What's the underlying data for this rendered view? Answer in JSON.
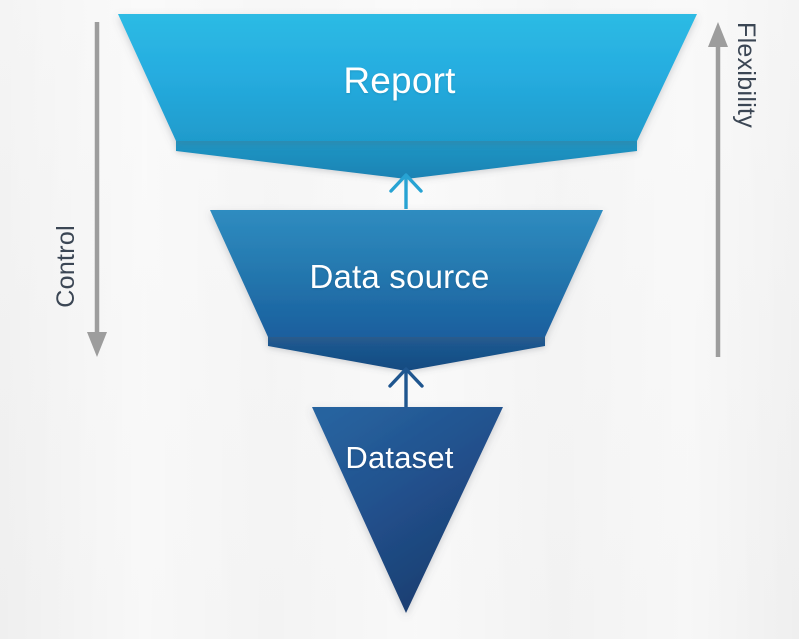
{
  "diagram": {
    "title": "Report / Data source / Dataset funnel",
    "background_color": "#f2f2f2",
    "stages": [
      {
        "id": "report",
        "label": "Report",
        "shape": "trapezoid",
        "fill_top": "#2cb9e2",
        "fill_bottom": "#1f9bcc",
        "fold_color": "#1b87b8",
        "text_color": "#ffffff"
      },
      {
        "id": "data-source",
        "label": "Data source",
        "shape": "trapezoid",
        "fill_top": "#2f8cc0",
        "fill_bottom": "#1a5f9e",
        "fold_color": "#174e87",
        "text_color": "#ffffff"
      },
      {
        "id": "dataset",
        "label": "Dataset",
        "shape": "inverted-triangle",
        "fill_top": "#255f9f",
        "fill_bottom": "#1b3c6e",
        "fold_color": "#1b3c6e",
        "text_color": "#ffffff"
      }
    ],
    "connectors": [
      {
        "id": "dataset-to-data-source",
        "direction": "up",
        "color": "#1f568f",
        "from": "dataset",
        "to": "data-source"
      },
      {
        "id": "data-source-to-report",
        "direction": "up",
        "color": "#27a3d3",
        "from": "data-source",
        "to": "report"
      }
    ],
    "axes": [
      {
        "id": "control",
        "label": "Control",
        "side": "left",
        "arrow_direction": "down",
        "arrow_color": "#9a9a9a",
        "label_color": "#3b4654"
      },
      {
        "id": "flexibility",
        "label": "Flexibility",
        "side": "right",
        "arrow_direction": "up",
        "arrow_color": "#9a9a9a",
        "label_color": "#3b4654"
      }
    ]
  }
}
